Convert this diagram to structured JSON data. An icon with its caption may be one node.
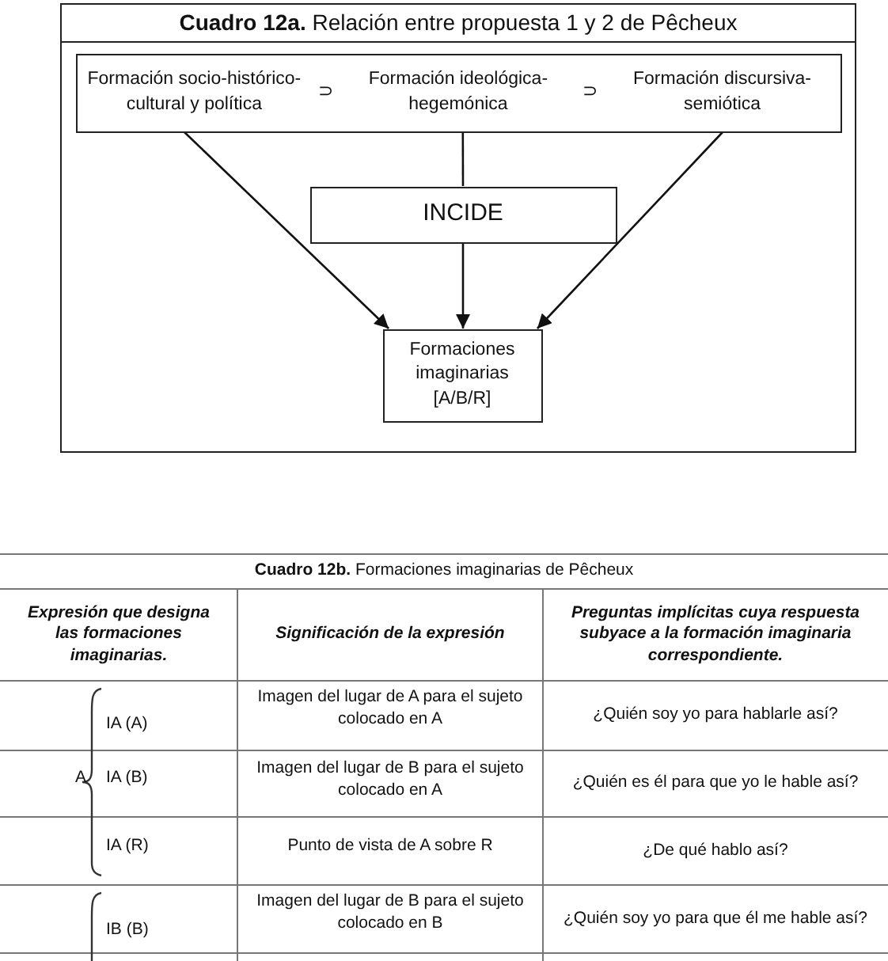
{
  "diagram": {
    "nodes": [
      {
        "text": [
          "**Cuadro 12a.** Relación entre propuesta 1 y 2 de Pêcheux"
        ]
      },
      {
        "text": [
          "Formación socio-histórico-cultural y política",
          "⊃",
          "Formación ideológica-hegemónica",
          "⊃",
          "Formación discursiva-semiótica"
        ],
        "in": 0
      },
      {
        "text": [
          "INCIDE"
        ],
        "in": 0
      },
      {
        "text": [
          "Formaciones imaginarias [A/B/R]"
        ],
        "in": 0
      }
    ],
    "edges": [
      {
        "from": 1,
        "to": 3,
        "arrow": "to"
      },
      {
        "from": 1,
        "to": 2,
        "arrow": "none"
      },
      {
        "from": 2,
        "to": 3,
        "arrow": "to"
      },
      {
        "from": 1,
        "to": 3,
        "arrow": "to"
      }
    ],
    "labels": [
      "**Cuadro 12b.** Formaciones imaginarias de Pêcheux",
      "Expresión que designa las formaciones imaginarias.",
      "Significación de la expresión",
      "Preguntas implícitas cuya respuesta subyace a la formación imaginaria correspondiente.",
      "IA (A)",
      "Imagen del lugar de A para el sujeto colocado en A",
      "¿Quién soy yo para hablarle así?",
      "A",
      "IA (B)",
      "Imagen del lugar de B para el sujeto colocado en A",
      "¿Quién es él para que yo le hable así?",
      "IA (R)",
      "Punto de vista de A sobre R",
      "¿De qué hablo así?",
      "IB (B)",
      "Imagen del lugar de B para el sujeto colocado en B",
      "¿Quién soy yo para que él me hable así?"
    ]
  }
}
